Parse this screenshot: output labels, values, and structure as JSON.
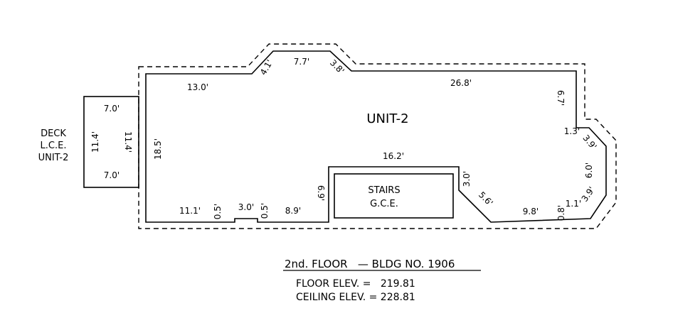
{
  "unit_label": "UNIT-2",
  "stairs": {
    "line1": "STAIRS",
    "line2": "G.C.E."
  },
  "deck": {
    "line1": "DECK",
    "line2": "L.C.E.",
    "line3": "UNIT-2",
    "dim_top": "7.0'",
    "dim_bottom": "7.0'",
    "dim_left": "11.4'",
    "dim_right": "11.4'"
  },
  "dimensions": {
    "top_left": "13.0'",
    "diag_left": "4.1'",
    "top_mid": "7.7'",
    "diag_right": "3.8'",
    "top_right": "26.8'",
    "right_upper": "6.7'",
    "right_step": "1.3'",
    "right_diag_upper": "3.9'",
    "right_side": "6.0'",
    "right_diag_lower": "3.9'",
    "right_bottom_step": "1.1'",
    "right_bottom_small": "0.8'",
    "bottom_right": "9.8'",
    "stairs_diag": "5.6'",
    "stairs_right": "3.0'",
    "stairs_top": "16.2'",
    "stairs_left": "6.9'",
    "bottom_mid": "8.9'",
    "notch_right": "0.5'",
    "notch_bottom": "3.0'",
    "notch_left": "0.5'",
    "bottom_left": "11.1'",
    "left_side": "18.5'"
  },
  "caption": {
    "title": "2nd. FLOOR   — BLDG NO. 1906",
    "floor_elev": "FLOOR ELEV. =   219.81",
    "ceiling_elev": "CEILING ELEV. = 228.81"
  }
}
